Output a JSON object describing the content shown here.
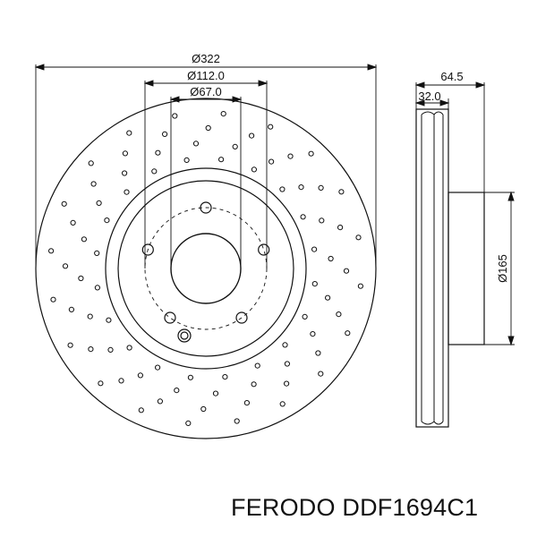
{
  "dimensions": {
    "outer_diameter": "Ø322",
    "bolt_circle": "Ø112.0",
    "center_bore": "Ø67.0",
    "overall_height": "64.5",
    "disc_thickness": "32.0",
    "hat_diameter": "Ø165"
  },
  "caption": {
    "brand": "FERODO",
    "part_number": "DDF1694C1"
  },
  "colors": {
    "line": "#111111",
    "background": "#ffffff"
  }
}
